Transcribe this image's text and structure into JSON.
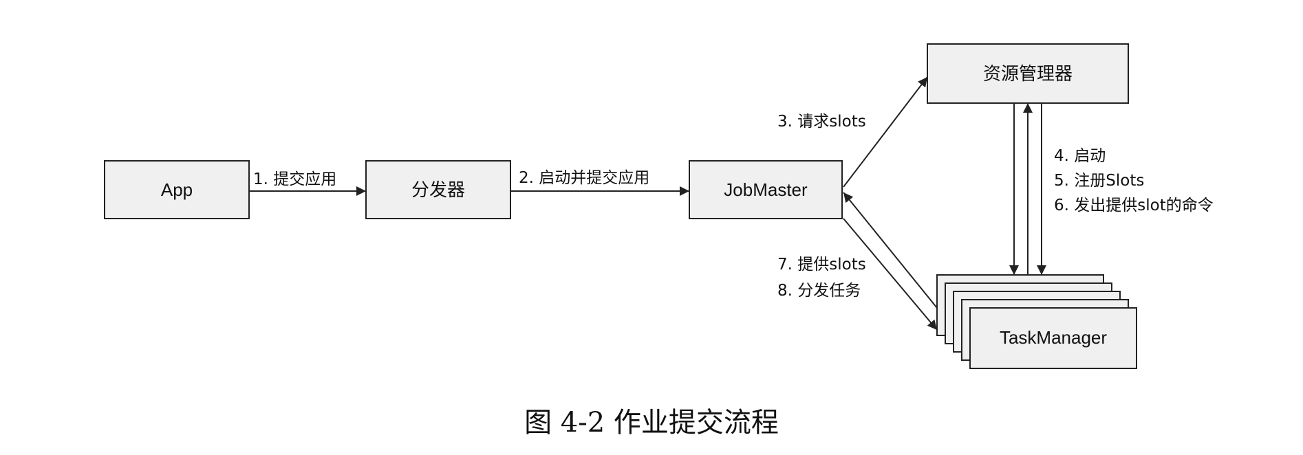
{
  "nodes": {
    "app": "App",
    "dispatcher": "分发器",
    "jobmaster": "JobMaster",
    "resource_manager": "资源管理器",
    "taskmanager": "TaskManager"
  },
  "edges": {
    "submit_app": "1. 提交应用",
    "start_submit": "2. 启动并提交应用",
    "request_slots": "3. 请求slots",
    "rm_tm": [
      "4. 启动",
      "5. 注册Slots",
      "6. 发出提供slot的命令"
    ],
    "tm_jm": [
      "7. 提供slots",
      "8. 分发任务"
    ]
  },
  "caption": "图 4-2 作业提交流程",
  "colors": {
    "box_fill": "#f0f0f0",
    "stroke": "#222222"
  }
}
